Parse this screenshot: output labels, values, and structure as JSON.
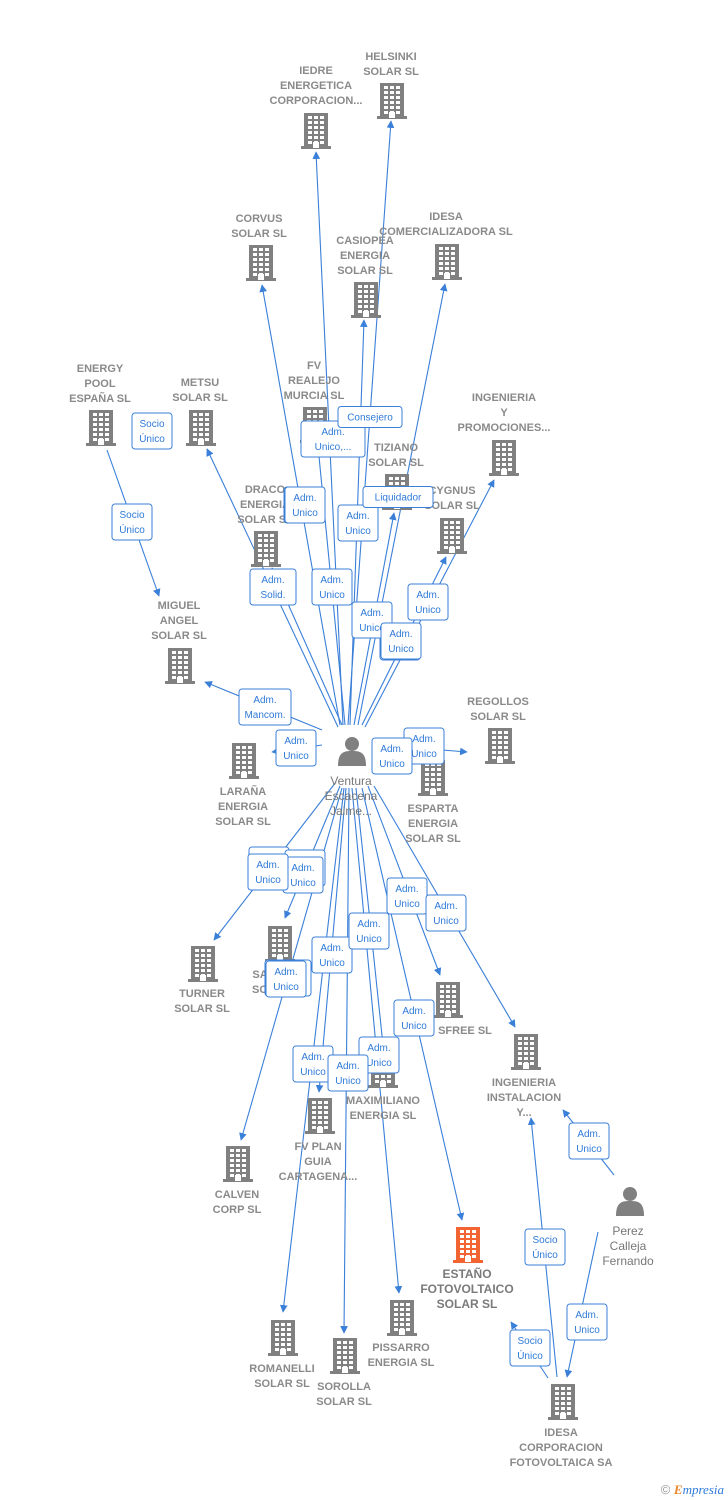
{
  "colors": {
    "edge": "#3a7fd8",
    "company": "#808080",
    "focus": "#f26532",
    "person": "#808080",
    "label": "#8a8a8a"
  },
  "persons": [
    {
      "id": "ventura",
      "lines": [
        "Ventura",
        "Escacena",
        "Jaime..."
      ]
    },
    {
      "id": "perez",
      "lines": [
        "Perez",
        "Calleja",
        "Fernando"
      ]
    }
  ],
  "companies": [
    {
      "id": "helsinki",
      "lines": [
        "HELSINKI",
        "SOLAR SL"
      ]
    },
    {
      "id": "iedre",
      "lines": [
        "IEDRE",
        "ENERGETICA",
        "CORPORACION..."
      ]
    },
    {
      "id": "corvus",
      "lines": [
        "CORVUS",
        "SOLAR SL"
      ]
    },
    {
      "id": "casiopea",
      "lines": [
        "CASIOPEA",
        "ENERGIA",
        "SOLAR SL"
      ]
    },
    {
      "id": "idesa_com",
      "lines": [
        "IDESA",
        "COMERCIALIZADORA SL"
      ]
    },
    {
      "id": "energy_pool",
      "lines": [
        "ENERGY",
        "POOL",
        "ESPAÑA  SL"
      ]
    },
    {
      "id": "metsu",
      "lines": [
        "METSU",
        "SOLAR SL"
      ]
    },
    {
      "id": "fv_realejo",
      "lines": [
        "FV",
        "REALEJO",
        "MURCIA  SL"
      ]
    },
    {
      "id": "ingenieria_prom",
      "lines": [
        "INGENIERIA",
        "Y",
        "PROMOCIONES..."
      ]
    },
    {
      "id": "tiziano",
      "lines": [
        "TIZIANO",
        "SOLAR SL"
      ]
    },
    {
      "id": "draco",
      "lines": [
        "DRACO",
        "ENERGIA",
        "SOLAR SL"
      ]
    },
    {
      "id": "cygnus",
      "lines": [
        "CYGNUS",
        "SOLAR SL"
      ]
    },
    {
      "id": "miguel_angel",
      "lines": [
        "MIGUEL",
        "ANGEL",
        "SOLAR SL"
      ]
    },
    {
      "id": "regollos",
      "lines": [
        "REGOLLOS",
        "SOLAR SL"
      ]
    },
    {
      "id": "larana",
      "lines": [
        "LARAÑA",
        "ENERGIA",
        "SOLAR SL"
      ]
    },
    {
      "id": "esparta",
      "lines": [
        "ESPARTA",
        "ENERGIA",
        "SOLAR SL"
      ]
    },
    {
      "id": "turner",
      "lines": [
        "TURNER",
        "SOLAR SL"
      ]
    },
    {
      "id": "sa_solar",
      "lines": [
        "SA",
        "SO"
      ]
    },
    {
      "id": "sfree",
      "lines": [
        "SFREE SL"
      ]
    },
    {
      "id": "ingenieria_inst",
      "lines": [
        "INGENIERIA",
        "INSTALACION",
        "Y..."
      ]
    },
    {
      "id": "maximiliano",
      "lines": [
        "MAXIMILIANO",
        "ENERGIA SL"
      ]
    },
    {
      "id": "fv_plan",
      "lines": [
        "FV PLAN",
        "GUIA",
        "CARTAGENA..."
      ]
    },
    {
      "id": "calven",
      "lines": [
        "CALVEN",
        "CORP SL"
      ]
    },
    {
      "id": "estano",
      "lines": [
        "ESTAÑO",
        "FOTOVOLTAICO",
        "SOLAR  SL"
      ],
      "focus": true
    },
    {
      "id": "pissarro",
      "lines": [
        "PISSARRO",
        "ENERGIA SL"
      ]
    },
    {
      "id": "romanelli",
      "lines": [
        "ROMANELLI",
        "SOLAR SL"
      ]
    },
    {
      "id": "sorolla",
      "lines": [
        "SOROLLA",
        "SOLAR SL"
      ]
    },
    {
      "id": "idesa_corp",
      "lines": [
        "IDESA",
        "CORPORACION",
        "FOTOVOLTAICA SA"
      ]
    }
  ],
  "relations": [
    {
      "from": "ventura",
      "to": "iedre",
      "lines": [
        "Adm.",
        "Unico,..."
      ]
    },
    {
      "from": "ventura",
      "to": "helsinki",
      "lines": [
        "Consejero"
      ]
    },
    {
      "from": "ventura",
      "to": "corvus",
      "lines": [
        "Adm.",
        "Unico"
      ]
    },
    {
      "from": "ventura",
      "to": "casiopea",
      "lines": [
        "Adm.",
        "Unico"
      ]
    },
    {
      "from": "ventura",
      "to": "idesa_com",
      "lines": [
        "Adm.",
        "Unico"
      ]
    },
    {
      "from": "ventura",
      "to": "metsu",
      "lines": [
        "Adm.",
        "Solid."
      ]
    },
    {
      "from": "ventura",
      "to": "fv_realejo",
      "lines": [
        "Adm.",
        "Unico"
      ]
    },
    {
      "from": "ventura",
      "to": "tiziano",
      "lines": [
        "Liquidador"
      ]
    },
    {
      "from": "ventura",
      "to": "draco",
      "lines": [
        "Adm.",
        "Unico"
      ]
    },
    {
      "from": "ventura",
      "to": "cygnus",
      "lines": [
        "Adm.",
        "Unico"
      ]
    },
    {
      "from": "ventura",
      "to": "ingenieria_prom",
      "lines": [
        "Adm.",
        "Unico"
      ]
    },
    {
      "from": "energy_pool",
      "to": "miguel_angel",
      "lines": [
        "Socio",
        "Único"
      ]
    },
    {
      "from": "ventura",
      "to": "miguel_angel",
      "lines": [
        "Adm.",
        "Mancom."
      ]
    },
    {
      "from": "ventura",
      "to": "larana",
      "lines": [
        "Adm.",
        "Unico"
      ]
    },
    {
      "from": "ventura",
      "to": "regollos",
      "lines": [
        "Adm.",
        "Unico"
      ]
    },
    {
      "from": "ventura",
      "to": "esparta",
      "lines": [
        "Adm.",
        "Unico"
      ]
    },
    {
      "from": "ventura",
      "to": "turner",
      "lines": [
        "Adm.",
        "Unico"
      ]
    },
    {
      "from": "ventura",
      "to": "sa_solar",
      "lines": [
        "Adm.",
        "Unico"
      ]
    },
    {
      "from": "ventura",
      "to": "sfree",
      "lines": [
        "Adm.",
        "Unico"
      ]
    },
    {
      "from": "ventura",
      "to": "ingenieria_inst",
      "lines": [
        "Adm.",
        "Unico"
      ]
    },
    {
      "from": "ventura",
      "to": "calven",
      "lines": [
        "Adm.",
        "Solid."
      ]
    },
    {
      "from": "ventura",
      "to": "fv_plan",
      "lines": [
        "Adm.",
        "Unico"
      ]
    },
    {
      "from": "ventura",
      "to": "maximiliano",
      "lines": [
        "Adm.",
        "Unico"
      ]
    },
    {
      "from": "ventura",
      "to": "estano",
      "lines": [
        "Adm.",
        "Unico"
      ]
    },
    {
      "from": "ventura",
      "to": "pissarro",
      "lines": [
        "Adm.",
        "Unico"
      ]
    },
    {
      "from": "ventura",
      "to": "romanelli",
      "lines": [
        "Adm.",
        "Unico"
      ]
    },
    {
      "from": "ventura",
      "to": "sorolla",
      "lines": [
        "Adm.",
        "Unico"
      ]
    },
    {
      "from": "perez",
      "to": "ingenieria_inst",
      "lines": [
        "Adm.",
        "Unico"
      ]
    },
    {
      "from": "perez",
      "to": "idesa_corp",
      "lines": [
        "Adm.",
        "Unico"
      ]
    },
    {
      "from": "idesa_corp",
      "to": "ingenieria_inst",
      "lines": [
        "Socio",
        "Único"
      ]
    },
    {
      "from": "idesa_corp",
      "to": "estano",
      "lines": [
        "Socio",
        "Único"
      ]
    }
  ],
  "extra_badges": [
    {
      "lines": [
        "Socio",
        "Único"
      ]
    },
    {
      "lines": [
        "Adm.",
        "Unico"
      ]
    },
    {
      "lines": [
        "Adm.",
        "Unico"
      ]
    },
    {
      "lines": [
        "Adm.",
        "Unico"
      ]
    },
    {
      "lines": [
        "Adm.",
        "Unico"
      ]
    }
  ],
  "footer": {
    "copyright": "©",
    "brand_initial": "E",
    "brand_rest": "mpresia"
  }
}
